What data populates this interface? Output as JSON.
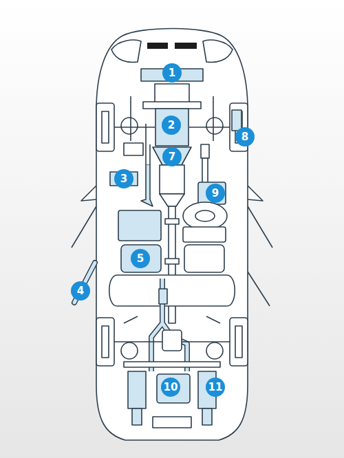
{
  "diagram": {
    "labels": [
      "1",
      "2",
      "3",
      "4",
      "5",
      "7",
      "8",
      "9",
      "10",
      "11"
    ]
  }
}
